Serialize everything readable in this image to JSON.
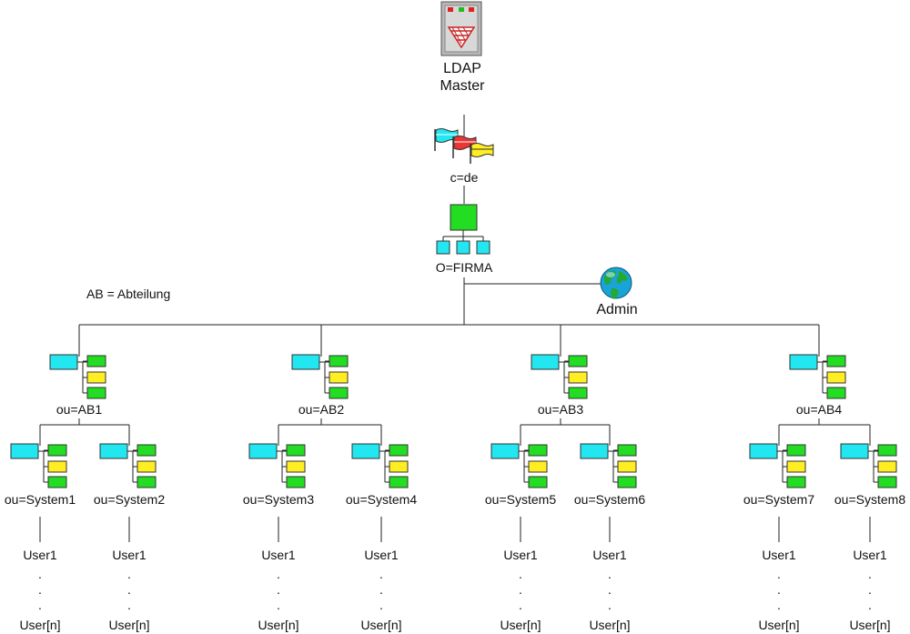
{
  "server": {
    "line1": "LDAP",
    "line2": "Master",
    "icon": "server-icon"
  },
  "country": {
    "label": "c=de",
    "icon": "flags-icon"
  },
  "org": {
    "label": "O=FIRMA",
    "icon": "org-chart-icon"
  },
  "admin": {
    "label": "Admin",
    "icon": "globe-icon"
  },
  "legend": {
    "text": "AB =  Abteilung"
  },
  "departments": [
    {
      "label": "ou=AB1",
      "systems": [
        {
          "label": "ou=System1",
          "user_first": "User1",
          "user_last": "User[n]"
        },
        {
          "label": "ou=System2",
          "user_first": "User1",
          "user_last": "User[n]"
        }
      ]
    },
    {
      "label": "ou=AB2",
      "systems": [
        {
          "label": "ou=System3",
          "user_first": "User1",
          "user_last": "User[n]"
        },
        {
          "label": "ou=System4",
          "user_first": "User1",
          "user_last": "User[n]"
        }
      ]
    },
    {
      "label": "ou=AB3",
      "systems": [
        {
          "label": "ou=System5",
          "user_first": "User1",
          "user_last": "User[n]"
        },
        {
          "label": "ou=System6",
          "user_first": "User1",
          "user_last": "User[n]"
        }
      ]
    },
    {
      "label": "ou=AB4",
      "systems": [
        {
          "label": "ou=System7",
          "user_first": "User1",
          "user_last": "User[n]"
        },
        {
          "label": "ou=System8",
          "user_first": "User1",
          "user_last": "User[n]"
        }
      ]
    }
  ],
  "colors": {
    "cyan": "#22e6f0",
    "green": "#22dd22",
    "yellow": "#ffee22",
    "line": "#222222"
  }
}
